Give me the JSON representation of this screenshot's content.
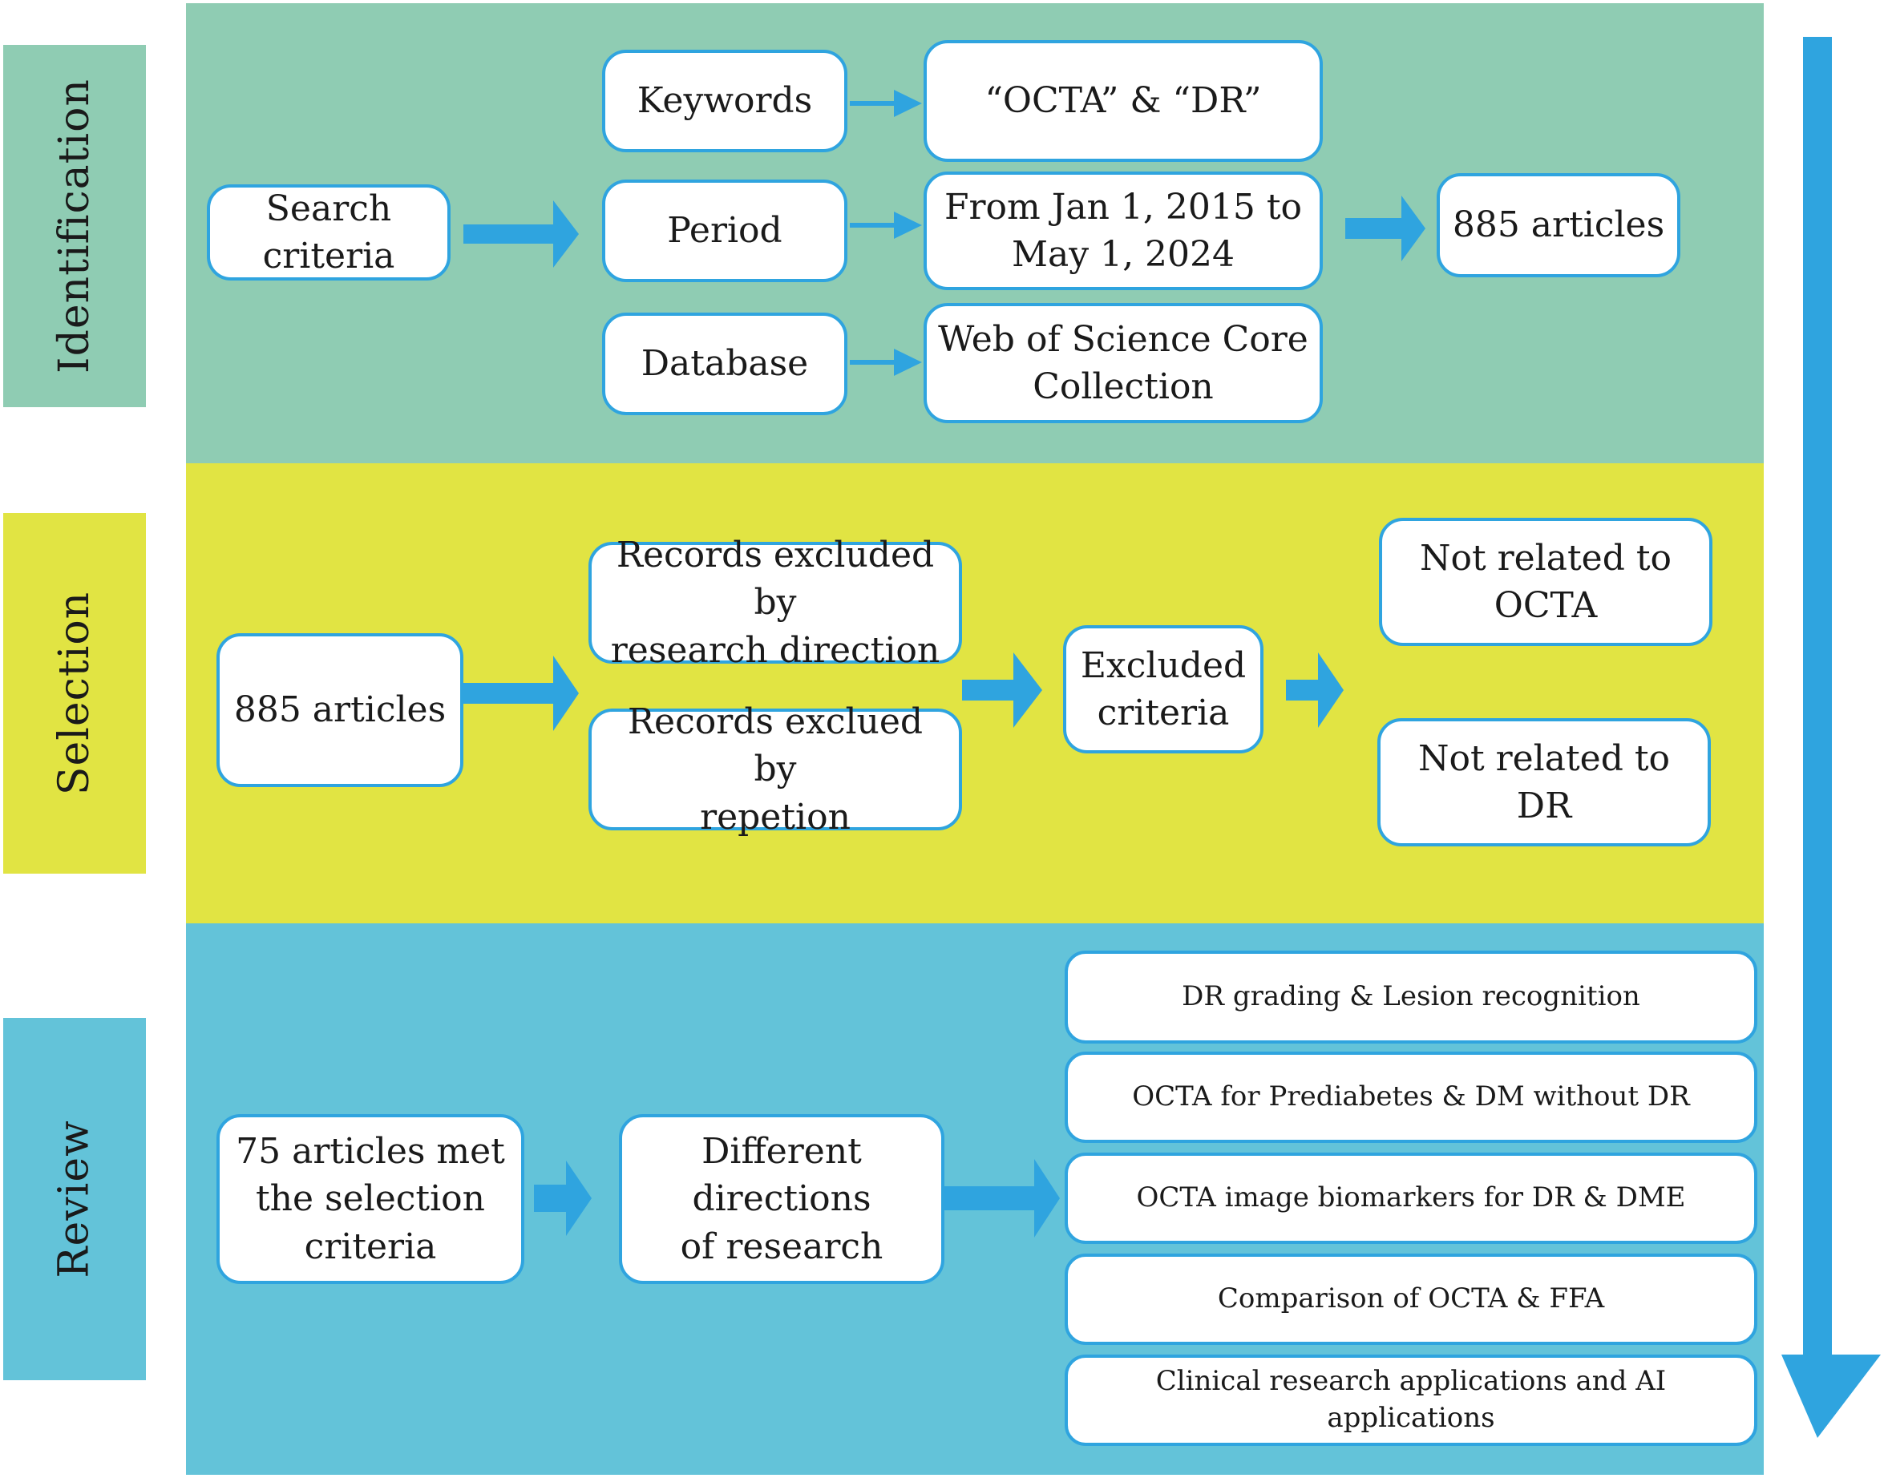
{
  "colors": {
    "identification_bg": "#8fccb3",
    "selection_bg": "#e1e443",
    "review_bg": "#63c3d9",
    "box_border": "#2fa4df",
    "arrow": "#2fa4df"
  },
  "stages": {
    "identification": "Identification",
    "selection": "Selection",
    "review": "Review"
  },
  "identification": {
    "search_criteria": "Search criteria",
    "keywords": "Keywords",
    "keywords_value": "“OCTA” & “DR”",
    "period": "Period",
    "period_value": "From Jan 1, 2015 to\nMay 1, 2024",
    "database": "Database",
    "database_value": "Web of Science Core\nCollection",
    "result": "885 articles"
  },
  "selection": {
    "input": "885 articles",
    "excluded_direction": "Records excluded by\nresearch direction",
    "excluded_repetition": "Records exclued by\nrepetion",
    "excluded_criteria": "Excluded\ncriteria",
    "not_octa": "Not related to\nOCTA",
    "not_dr": "Not related to\nDR"
  },
  "review": {
    "met_criteria": "75 articles met\nthe selection\ncriteria",
    "directions": "Different directions\nof research",
    "topics": [
      "DR grading & Lesion recognition",
      "OCTA  for Prediabetes & DM without DR",
      "OCTA image biomarkers for DR & DME",
      "Comparison of OCTA & FFA",
      "Clinical research applications and  AI applications"
    ]
  }
}
